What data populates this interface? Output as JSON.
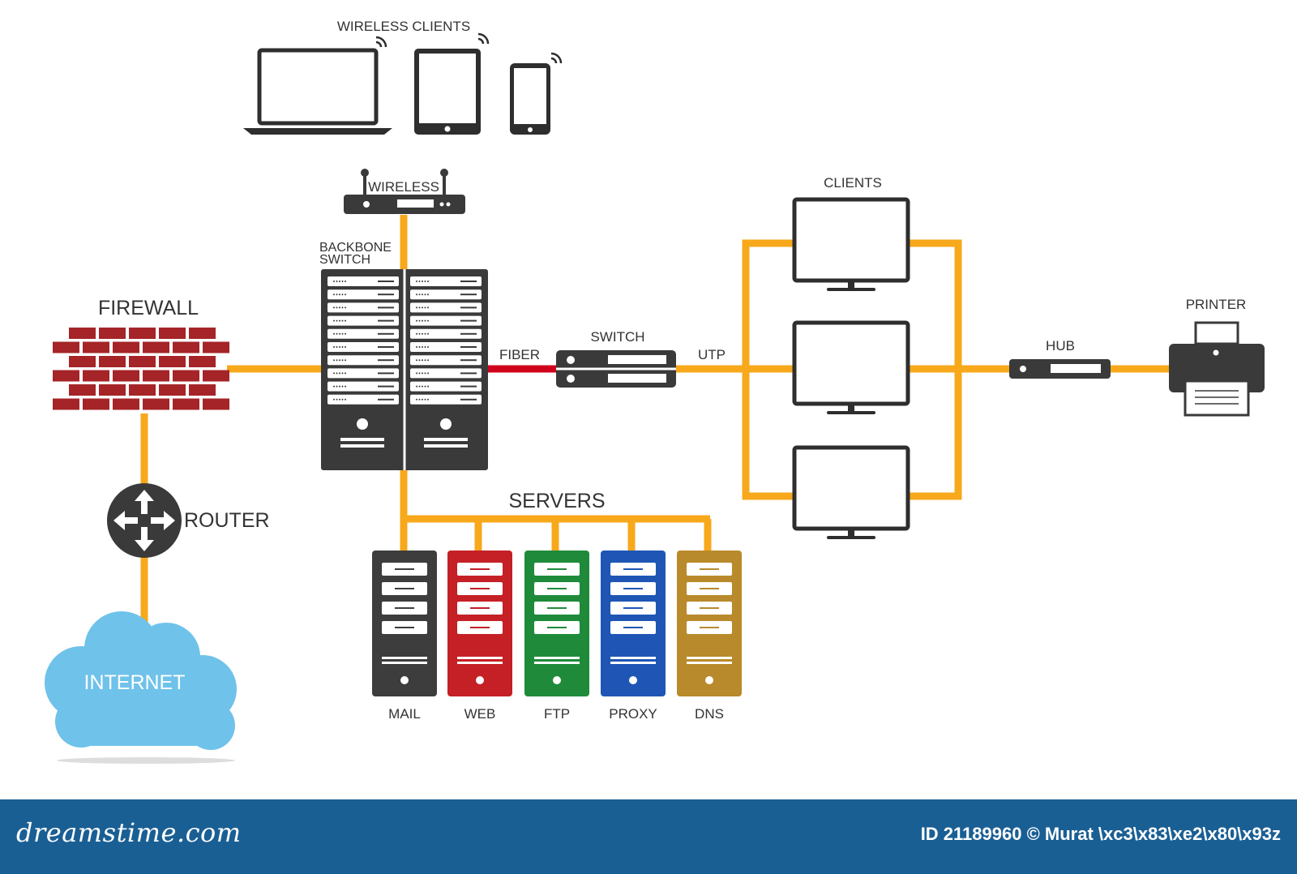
{
  "labels": {
    "wireless_clients": "WIRELESS CLIENTS",
    "wireless": "WIRELESS",
    "backbone_switch_line1": "BACKBONE",
    "backbone_switch_line2": "SWITCH",
    "firewall": "FIREWALL",
    "router": "ROUTER",
    "internet": "INTERNET",
    "fiber": "FIBER",
    "switch": "SWITCH",
    "utp": "UTP",
    "clients": "CLIENTS",
    "hub": "HUB",
    "printer": "PRINTER",
    "servers": "SERVERS"
  },
  "servers": [
    {
      "name": "MAIL",
      "color": "#3d3d3d"
    },
    {
      "name": "WEB",
      "color": "#c42026"
    },
    {
      "name": "FTP",
      "color": "#1f8b3a"
    },
    {
      "name": "PROXY",
      "color": "#1f56b5"
    },
    {
      "name": "DNS",
      "color": "#b98a2b"
    }
  ],
  "colors": {
    "cable": "#f7a81b",
    "fiber": "#d0021b",
    "device": "#3a3a3a",
    "brick": "#a52428",
    "cloud": "#6fc2ea",
    "footer": "#1a5f94"
  },
  "icons": [
    "laptop-icon",
    "tablet-icon",
    "phone-icon",
    "wifi-icon",
    "router-icon",
    "cloud-icon",
    "brick-wall-icon",
    "server-icon",
    "monitor-icon",
    "printer-icon",
    "hub-icon"
  ],
  "footer": {
    "logo": "dreamstime.com",
    "id_text": "ID 21189960 © Murat \\xc3\\x83\\xe2\\x80\\x93z"
  }
}
